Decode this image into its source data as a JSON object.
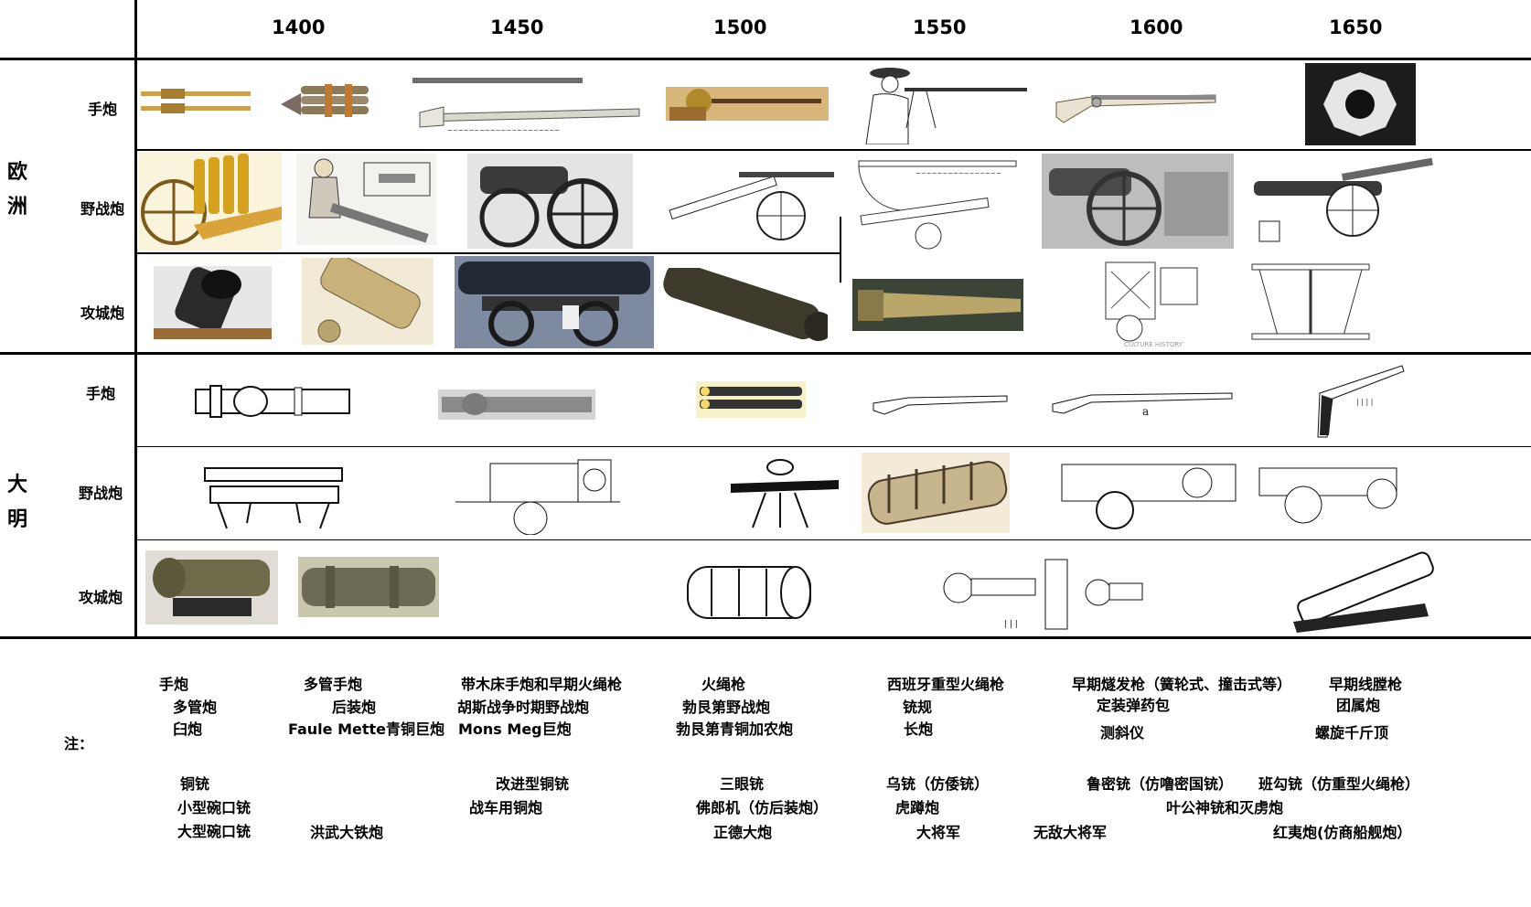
{
  "years": [
    "1400",
    "1450",
    "1500",
    "1550",
    "1600",
    "1650"
  ],
  "regions": {
    "europe": "欧\n洲",
    "ming": "大\n明"
  },
  "rows": {
    "hand": "手炮",
    "field": "野战炮",
    "siege": "攻城炮"
  },
  "note_header": "注：",
  "colors": {
    "line": "#000000",
    "bronze": "#8a7a4a",
    "brass": "#c9a24a",
    "iron": "#3c3c3c",
    "wood": "#b8863b",
    "paper": "#f2efe6"
  },
  "notes": {
    "europe": {
      "c1": [
        "手炮",
        "多管炮",
        "臼炮"
      ],
      "c2": [
        "多管手炮",
        "后装炮",
        "Faule Mette青铜巨炮"
      ],
      "c3": [
        "带木床手炮和早期火绳枪",
        "胡斯战争时期野战炮",
        "Mons Meg巨炮"
      ],
      "c4": [
        "火绳枪",
        "勃艮第野战炮",
        "勃艮第青铜加农炮"
      ],
      "c5": [
        "西班牙重型火绳枪",
        "铳规",
        "长炮"
      ],
      "c6": [
        "早期燧发枪（簧轮式、撞击式等）",
        "定装弹药包",
        "测斜仪"
      ],
      "c7": [
        "早期线膛枪",
        "团属炮",
        "螺旋千斤顶"
      ]
    },
    "ming": {
      "c1": [
        "铜铳",
        "小型碗口铳",
        "大型碗口铳"
      ],
      "c2": [
        "洪武大铁炮"
      ],
      "c3": [
        "改进型铜铳",
        "战车用铜炮"
      ],
      "c4": [
        "三眼铳",
        "佛郎机（仿后装炮）",
        "正德大炮"
      ],
      "c5": [
        "乌铳（仿倭铳）",
        "虎蹲炮",
        "大将军"
      ],
      "c5b": [
        "无敌大将军"
      ],
      "c6": [
        "鲁密铳（仿噜密国铳）",
        "叶公神铳和灭虏炮"
      ],
      "c7": [
        "班勾铳（仿重型火绳枪）",
        "红夷炮(仿商船舰炮）"
      ]
    }
  },
  "picture_captions": {
    "fig_1600_siege": "CULTURE HISTORY",
    "fig_1600_ming_hand": "a"
  },
  "icons": {
    "eu_hand": [
      "hand-cannon-icon",
      "multi-barrel-hand-cannon-icon",
      "wooden-stock-gun-icon",
      "matchlock-soldier-icon",
      "musketeer-icon",
      "flintlock-icon",
      "rifled-bore-icon"
    ],
    "eu_field": [
      "organ-gun-icon",
      "breech-loader-icon",
      "hussite-field-gun-icon",
      "burgundian-field-gun-icon",
      "gunner-quadrant-icon",
      "regimental-gun-icon"
    ],
    "eu_siege": [
      "mortar-icon",
      "faule-mette-icon",
      "mons-meg-icon",
      "bronze-cannon-icon",
      "culverin-icon",
      "clinometer-icon",
      "screw-jack-icon"
    ]
  }
}
